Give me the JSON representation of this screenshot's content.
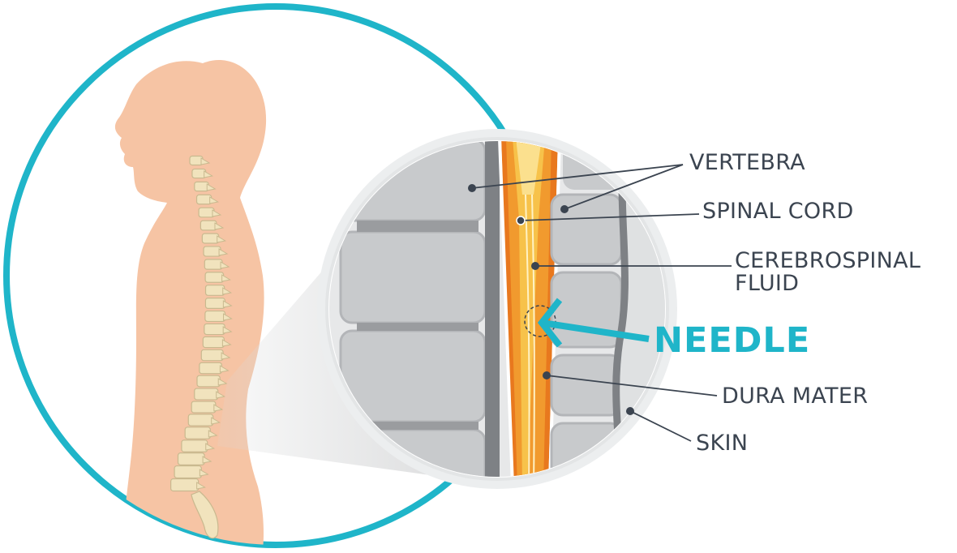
{
  "labels": {
    "vertebra": "VERTEBRA",
    "spinal_cord": "SPINAL CORD",
    "csf_line1": "CEREBROSPINAL",
    "csf_line2": "FLUID",
    "needle": "NEEDLE",
    "dura_mater": "DURA MATER",
    "skin": "SKIN"
  },
  "colors": {
    "circle_outline": "#1fb5c9",
    "body": "#f6c4a4",
    "spine": "#f1e3bd",
    "needle": "#1fb5c9",
    "label_text": "#3b4450",
    "leader_line": "#3b4450",
    "dura": "#e8781e",
    "cord": "#f7c24a",
    "bone": "#c7c9cc"
  }
}
